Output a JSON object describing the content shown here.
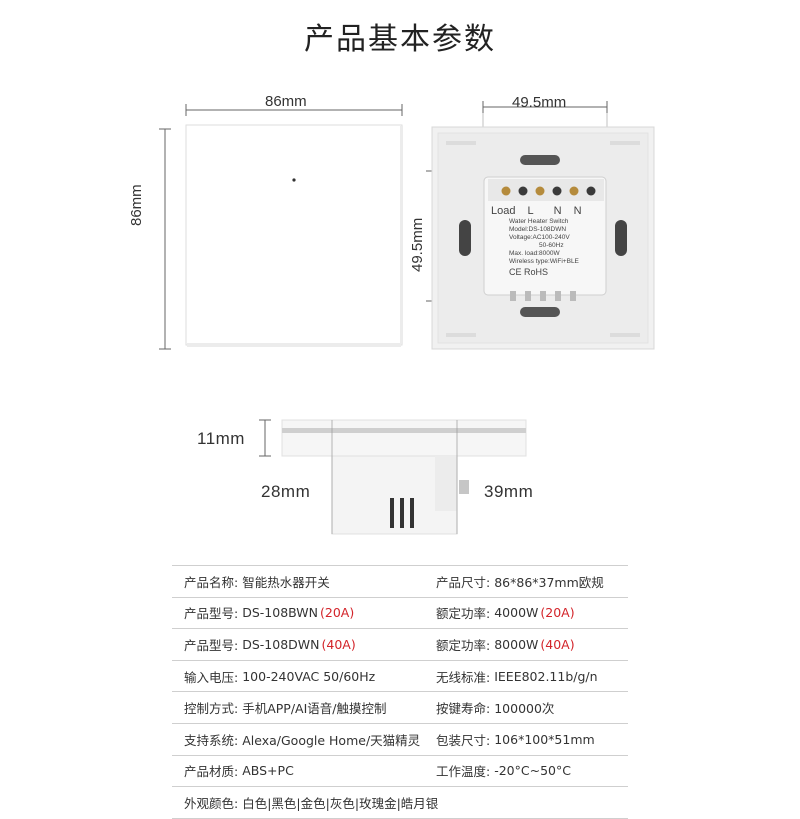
{
  "title": "产品基本参数",
  "dimensions": {
    "front_width": "86mm",
    "front_height": "86mm",
    "module_width": "49.5mm",
    "module_height": "49.5mm",
    "panel_thickness": "11mm",
    "depth_left": "28mm",
    "depth_right": "39mm"
  },
  "module_label": {
    "terminals": [
      "Load",
      "L",
      "N",
      "N"
    ],
    "line1": "Water Heater Switch",
    "line2": "Model:DS-108DWN",
    "line3": "Voltage:AC100-240V",
    "line4": "50-60Hz",
    "line5": "Max. load:8000W",
    "line6": "Wireless type:WiFi+BLE",
    "certs": "CE RoHS"
  },
  "specs": [
    {
      "left": {
        "label": "产品名称:",
        "value": "智能热水器开关",
        "highlight": ""
      },
      "right": {
        "label": "产品尺寸:",
        "value": "86*86*37mm欧规",
        "highlight": ""
      }
    },
    {
      "left": {
        "label": "产品型号:",
        "value": "DS-108BWN",
        "highlight": "(20A)"
      },
      "right": {
        "label": "额定功率:",
        "value": "4000W",
        "highlight": "(20A)"
      }
    },
    {
      "left": {
        "label": "产品型号:",
        "value": "DS-108DWN",
        "highlight": "(40A)"
      },
      "right": {
        "label": "额定功率:",
        "value": "8000W",
        "highlight": "(40A)"
      }
    },
    {
      "left": {
        "label": "输入电压:",
        "value": "100-240VAC 50/60Hz",
        "highlight": ""
      },
      "right": {
        "label": "无线标准:",
        "value": " IEEE802.11b/g/n",
        "highlight": ""
      }
    },
    {
      "left": {
        "label": "控制方式:",
        "value": "手机APP/AI语音/触摸控制",
        "highlight": ""
      },
      "right": {
        "label": "按键寿命:",
        "value": "100000次",
        "highlight": ""
      }
    },
    {
      "left": {
        "label": "支持系统:",
        "value": "Alexa/Google Home/天猫精灵",
        "highlight": ""
      },
      "right": {
        "label": "包装尺寸:",
        "value": "106*100*51mm",
        "highlight": ""
      }
    },
    {
      "left": {
        "label": "产品材质:",
        "value": "ABS+PC",
        "highlight": ""
      },
      "right": {
        "label": "工作温度:",
        "value": "-20°C~50°C",
        "highlight": ""
      }
    }
  ],
  "colors_row": {
    "label": "外观颜色:",
    "value": "白色|黑色|金色|灰色|玫瑰金|皓月银"
  },
  "colors": {
    "accent_red": "#d3242a",
    "panel_white": "#ffffff",
    "shadow": "#e4e4e4"
  }
}
